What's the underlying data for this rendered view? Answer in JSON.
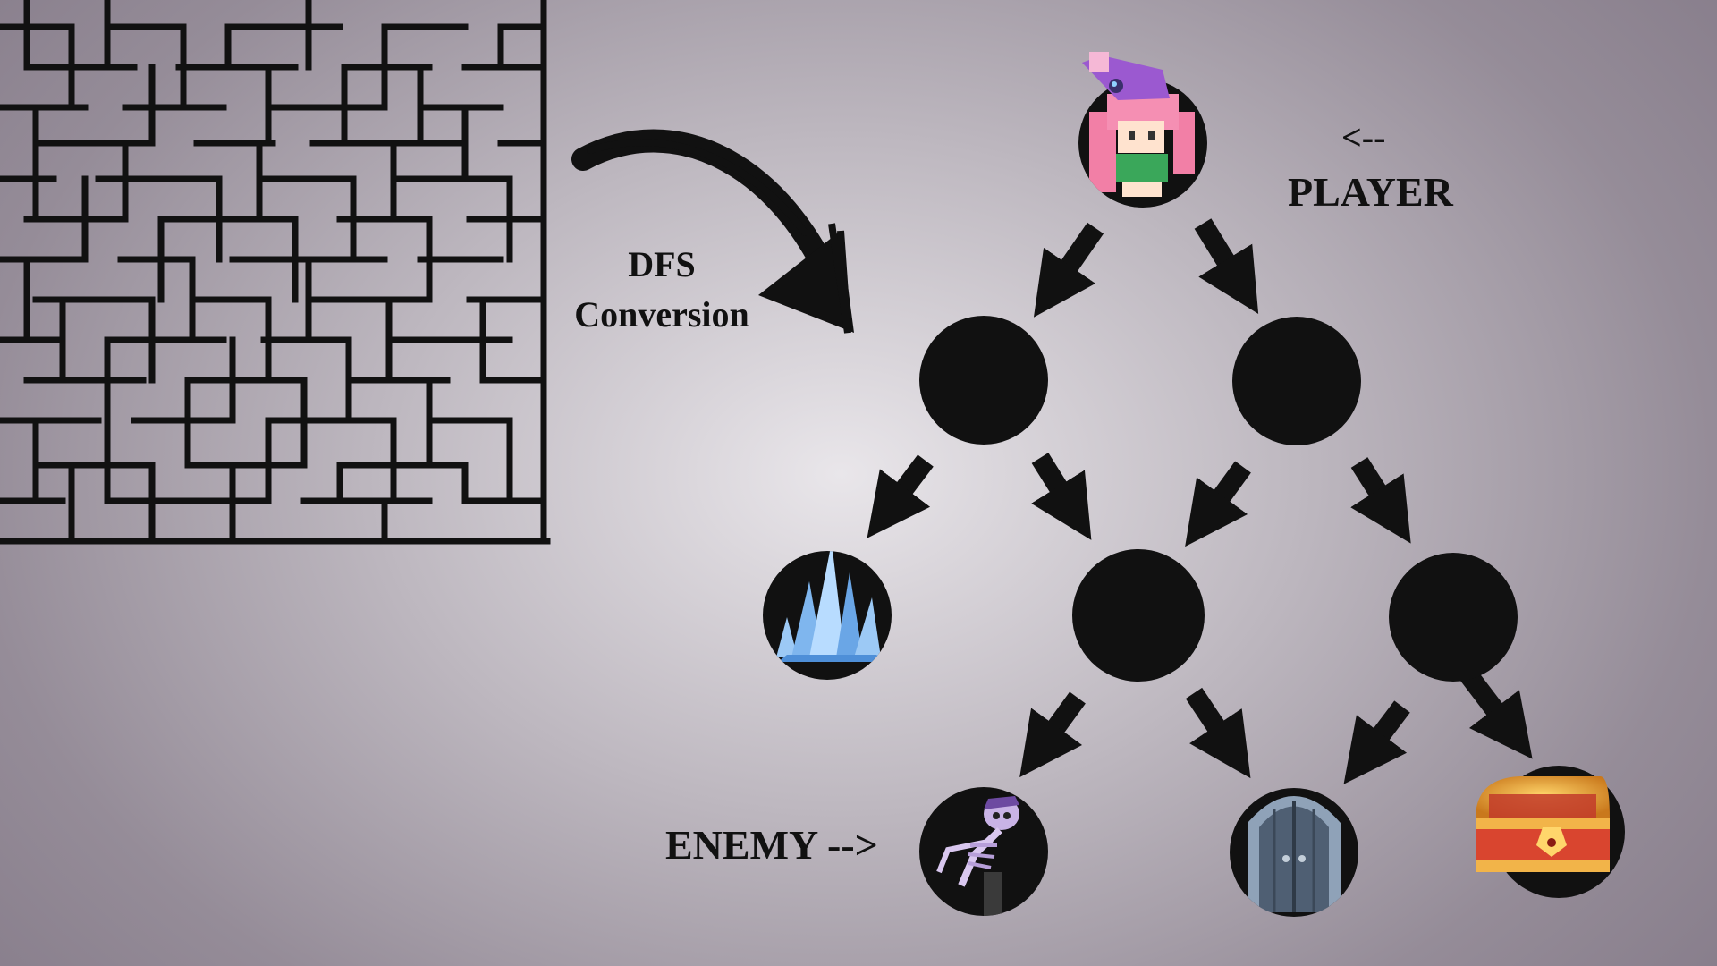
{
  "labels": {
    "dfs_line1": "DFS",
    "dfs_line2": "Conversion",
    "player_arrow": "<--",
    "player": "PLAYER",
    "enemy": "ENEMY -->"
  },
  "tree": {
    "root": "player",
    "nodes": [
      {
        "id": "player",
        "kind": "player-sprite"
      },
      {
        "id": "level1-left",
        "kind": "empty"
      },
      {
        "id": "level1-right",
        "kind": "empty"
      },
      {
        "id": "crystal",
        "kind": "ice-crystal"
      },
      {
        "id": "level2-mid",
        "kind": "empty"
      },
      {
        "id": "level2-right",
        "kind": "empty"
      },
      {
        "id": "enemy",
        "kind": "skeleton-enemy"
      },
      {
        "id": "door",
        "kind": "stone-door"
      },
      {
        "id": "treasure",
        "kind": "treasure-chest"
      }
    ],
    "edges": [
      [
        "player",
        "level1-left"
      ],
      [
        "player",
        "level1-right"
      ],
      [
        "level1-left",
        "crystal"
      ],
      [
        "level1-left",
        "level2-mid"
      ],
      [
        "level1-right",
        "level2-mid"
      ],
      [
        "level1-right",
        "level2-right"
      ],
      [
        "level2-mid",
        "enemy"
      ],
      [
        "level2-mid",
        "door"
      ],
      [
        "level2-right",
        "door"
      ],
      [
        "level2-right",
        "treasure"
      ]
    ]
  },
  "colors": {
    "ink": "#111111",
    "ice": "#7fb6ee",
    "player_hair": "#f27fa6",
    "player_hat": "#9b59d0",
    "chest_gold": "#e7a53a",
    "chest_red": "#c23b2a",
    "door_stone": "#6d7f96"
  },
  "icons": [
    "maze-icon",
    "curved-arrow-icon",
    "player-sprite-icon",
    "ice-crystal-icon",
    "skeleton-enemy-icon",
    "stone-door-icon",
    "treasure-chest-icon"
  ]
}
